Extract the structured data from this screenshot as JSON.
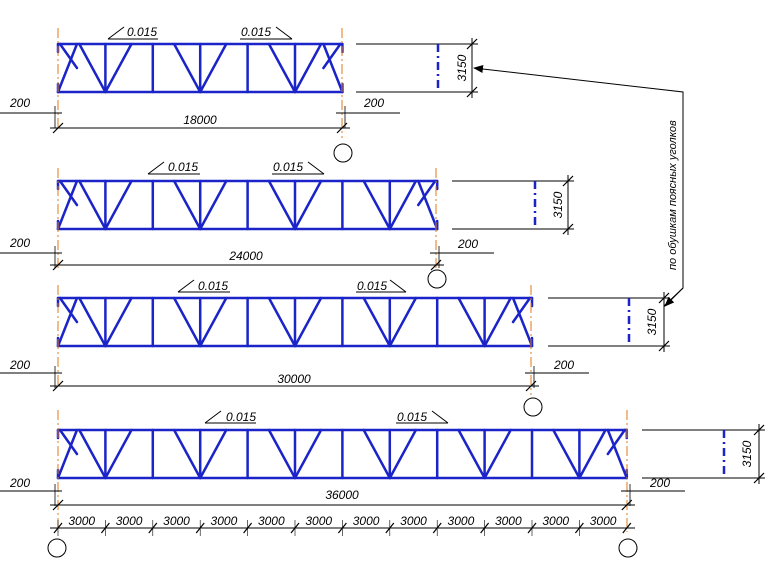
{
  "colors": {
    "truss": "#1a24c8",
    "dimension": "#000000",
    "axis": "#e07a1a",
    "background": "#ffffff"
  },
  "trusses": [
    {
      "id": "truss-18000",
      "span_label": "18000",
      "span_mm": 18000,
      "slope_left": "0.015",
      "slope_right": "0.015",
      "height_label": "3150",
      "support_left": "200",
      "support_right": "200"
    },
    {
      "id": "truss-24000",
      "span_label": "24000",
      "span_mm": 24000,
      "slope_left": "0.015",
      "slope_right": "0.015",
      "height_label": "3150",
      "support_left": "200",
      "support_right": "200"
    },
    {
      "id": "truss-30000",
      "span_label": "30000",
      "span_mm": 30000,
      "slope_left": "0.015",
      "slope_right": "0.015",
      "height_label": "3150",
      "support_left": "200",
      "support_right": "200"
    },
    {
      "id": "truss-36000",
      "span_label": "36000",
      "span_mm": 36000,
      "slope_left": "0.015",
      "slope_right": "0.015",
      "height_label": "3150",
      "support_left": "200",
      "support_right": "200"
    }
  ],
  "panel_labels": [
    "3000",
    "3000",
    "3000",
    "3000",
    "3000",
    "3000",
    "3000",
    "3000",
    "3000",
    "3000",
    "3000",
    "3000"
  ],
  "annotation": "по обушкам поясных уголков"
}
